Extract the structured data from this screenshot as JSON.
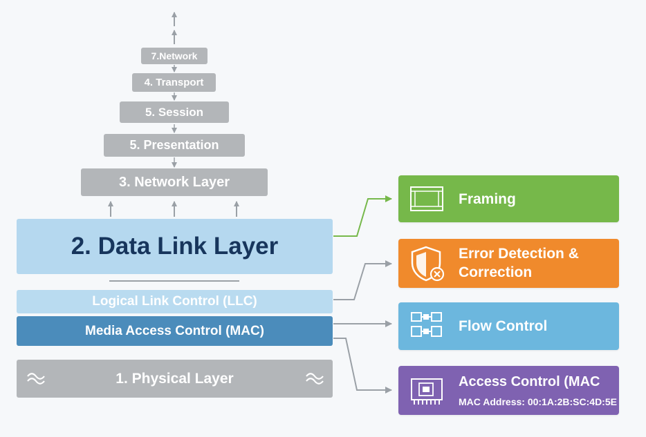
{
  "stack": {
    "upper_layers": [
      {
        "label": "7.Network"
      },
      {
        "label": "4. Transport"
      },
      {
        "label": "5. Session"
      },
      {
        "label": "5. Presentation"
      },
      {
        "label": "3. Network Layer"
      }
    ],
    "data_link": {
      "label": "2. Data Link Layer"
    },
    "llc": {
      "label": "Logical Link Control (LLC)"
    },
    "mac": {
      "label": "Media Access Control (MAC)"
    },
    "physical": {
      "label": "1. Physical Layer"
    }
  },
  "functions": [
    {
      "id": "framing",
      "label": "Framing",
      "color": "#76b84a",
      "icon": "frame-icon"
    },
    {
      "id": "error",
      "label_line1": "Error Detection &",
      "label_line2": "Correction",
      "color": "#f08a2c",
      "icon": "shield-x-icon"
    },
    {
      "id": "flow",
      "label": "Flow Control",
      "color": "#6cb7de",
      "icon": "flow-blocks-icon"
    },
    {
      "id": "access",
      "label": "Access Control (MAC",
      "sublabel": "MAC Address: 00:1A:2B:SC:4D:5E",
      "color": "#7f62b1",
      "icon": "network-card-icon"
    }
  ],
  "colors": {
    "gray_layer": "#b3b6b9",
    "data_link_fill": "#b5d8ef",
    "data_link_text": "#17355c",
    "llc_fill": "#b9dbf0",
    "mac_fill": "#4b8cbb",
    "connector": "#9aa0a6",
    "framing_connector": "#76b84a"
  }
}
